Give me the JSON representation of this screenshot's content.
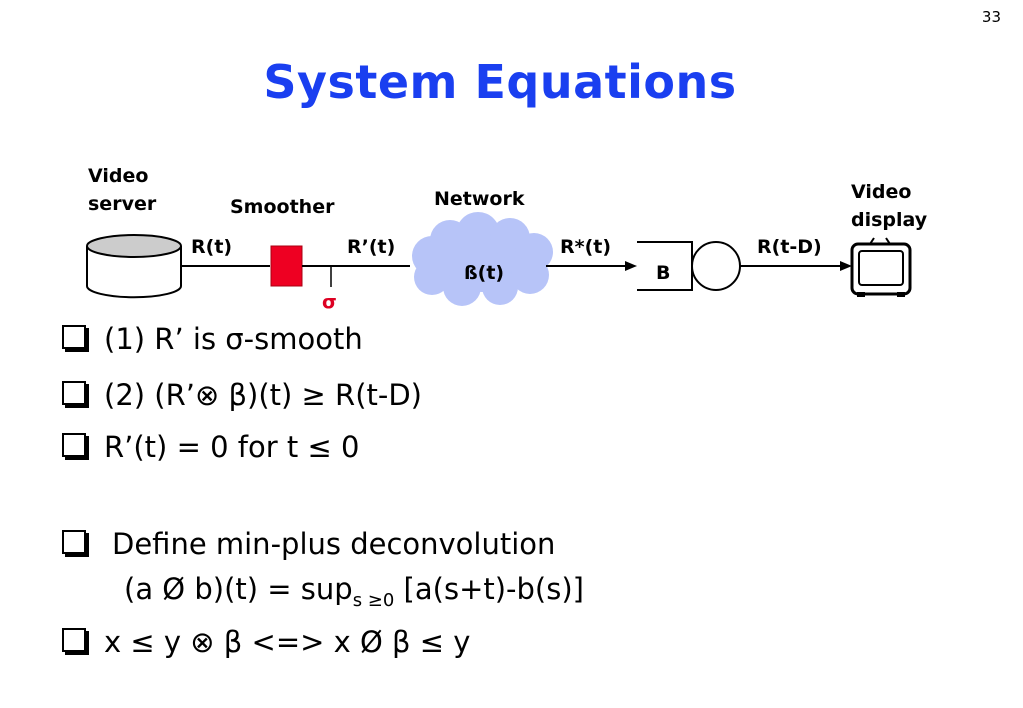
{
  "page_number": "33",
  "title": "System Equations",
  "diagram": {
    "video_server_line1": "Video",
    "video_server_line2": "server",
    "smoother_label": "Smoother",
    "network_label": "Network",
    "video_display_line1": "Video",
    "video_display_line2": "display",
    "signal_r": "R(t)",
    "signal_r_prime": "R’(t)",
    "signal_r_star": "R*(t)",
    "signal_r_delay": "R(t-D)",
    "network_func": "ß(t)",
    "buffer_label": "B",
    "sigma": "σ",
    "colors": {
      "smoother": "#ee0022",
      "cloud": "#b7c4f8",
      "sigma": "#dd0022",
      "title": "#1a3ff0"
    }
  },
  "bullets": [
    {
      "text": "(1)  R’ is σ-smooth"
    },
    {
      "text": "(2)  (R’⊗ β)(t) ≥ R(t-D)"
    },
    {
      "text": "R’(t) = 0 for t ≤ 0"
    },
    {
      "text": "Define min-plus deconvolution"
    },
    {
      "line2_pre": "(a Ø b)(t)  = sup",
      "line2_sub": "s ≥0",
      "line2_post": " [a(s+t)-b(s)]"
    },
    {
      "text": "x   ≤  y ⊗  β   <=>   x Ø β  ≤ y"
    }
  ]
}
